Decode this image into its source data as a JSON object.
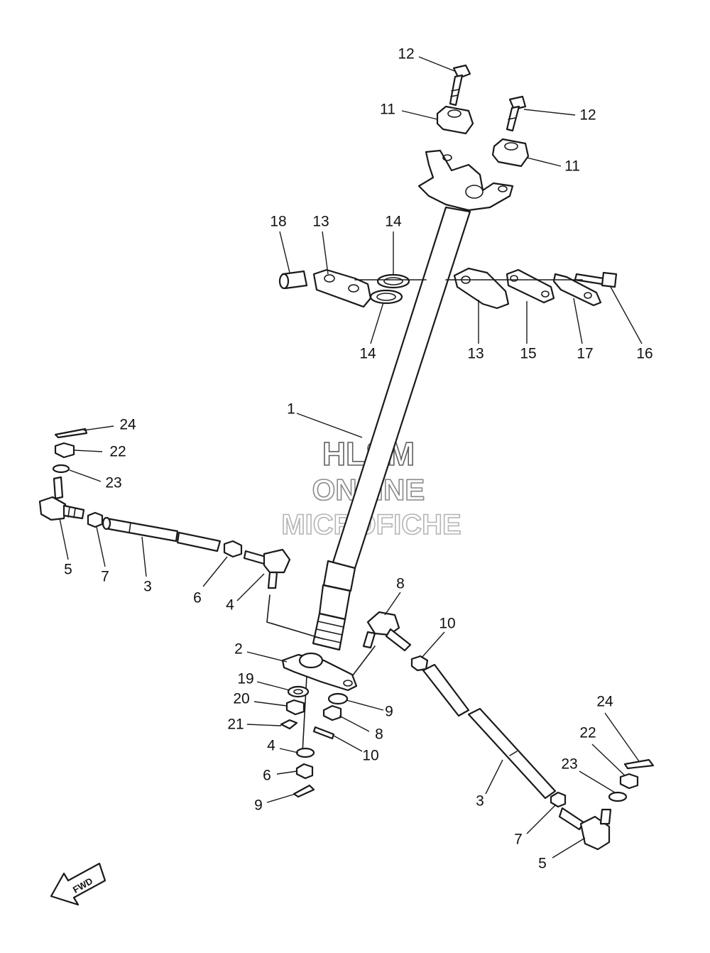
{
  "watermark": {
    "line1": "HLSM",
    "line2": "ONLINE",
    "line3": "MICROFICHE",
    "colors": {
      "line1": "#606060",
      "line2": "#8a8a8a",
      "line3": "#b4b4b4"
    }
  },
  "direction_arrow": {
    "label": "FWD"
  },
  "ref_numbers": [
    "12",
    "11",
    "12",
    "11",
    "18",
    "13",
    "14",
    "14",
    "13",
    "15",
    "17",
    "16",
    "1",
    "24",
    "22",
    "23",
    "5",
    "7",
    "3",
    "6",
    "4",
    "2",
    "19",
    "20",
    "21",
    "9",
    "8",
    "10",
    "4",
    "6",
    "9",
    "8",
    "10",
    "24",
    "22",
    "23",
    "3",
    "7",
    "5"
  ]
}
